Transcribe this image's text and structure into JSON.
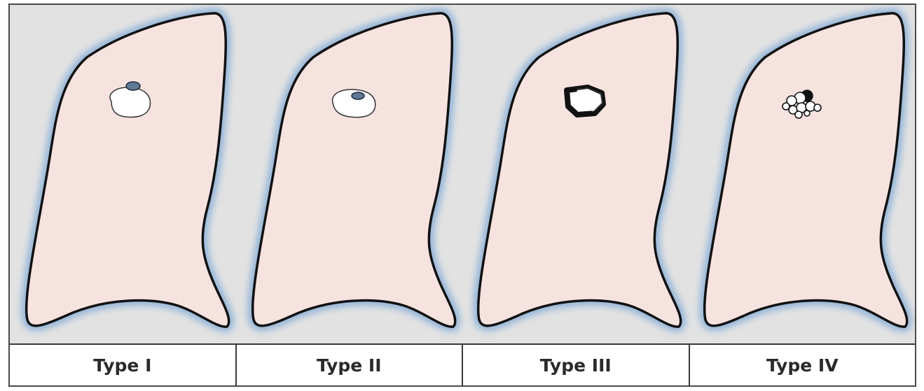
{
  "figure": {
    "colors": {
      "background": "#e2e2e2",
      "lung_fill": "#f6e3e0",
      "lung_outline": "#111111",
      "lung_glow": "#8fb2d8",
      "cyst_fill": "#ffffff",
      "vessel_fill": "#5f7894"
    },
    "panels": [
      {
        "label": "Type I",
        "lesion": "cavity-with-vessel-above-icon"
      },
      {
        "label": "Type II",
        "lesion": "cavity-with-vessel-inside-icon"
      },
      {
        "label": "Type III",
        "lesion": "cavity-with-thick-wall-icon"
      },
      {
        "label": "Type IV",
        "lesion": "cluster-of-cysts-icon"
      }
    ]
  }
}
